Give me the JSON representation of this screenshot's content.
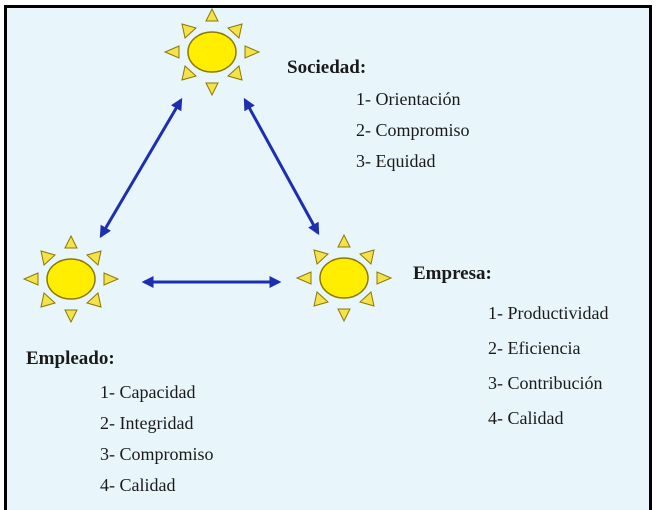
{
  "nodes": {
    "society": {
      "title": "Sociedad:",
      "items": [
        "1- Orientación",
        "2- Compromiso",
        "3- Equidad"
      ]
    },
    "company": {
      "title": "Empresa:",
      "items": [
        "1- Productividad",
        "2- Eficiencia",
        "3- Contribución",
        "4- Calidad"
      ]
    },
    "employee": {
      "title": "Empleado:",
      "items": [
        "1- Capacidad",
        "2- Integridad",
        "3- Compromiso",
        "4- Calidad"
      ]
    }
  },
  "colors": {
    "background": "#e8f5fb",
    "border": "#000000",
    "sun_fill": "#ffee00",
    "sun_ray_fill": "#f3e24a",
    "sun_outline": "#8a7a00",
    "arrow": "#1d2fb0"
  },
  "icons": [
    "sun-icon",
    "double-arrow"
  ]
}
